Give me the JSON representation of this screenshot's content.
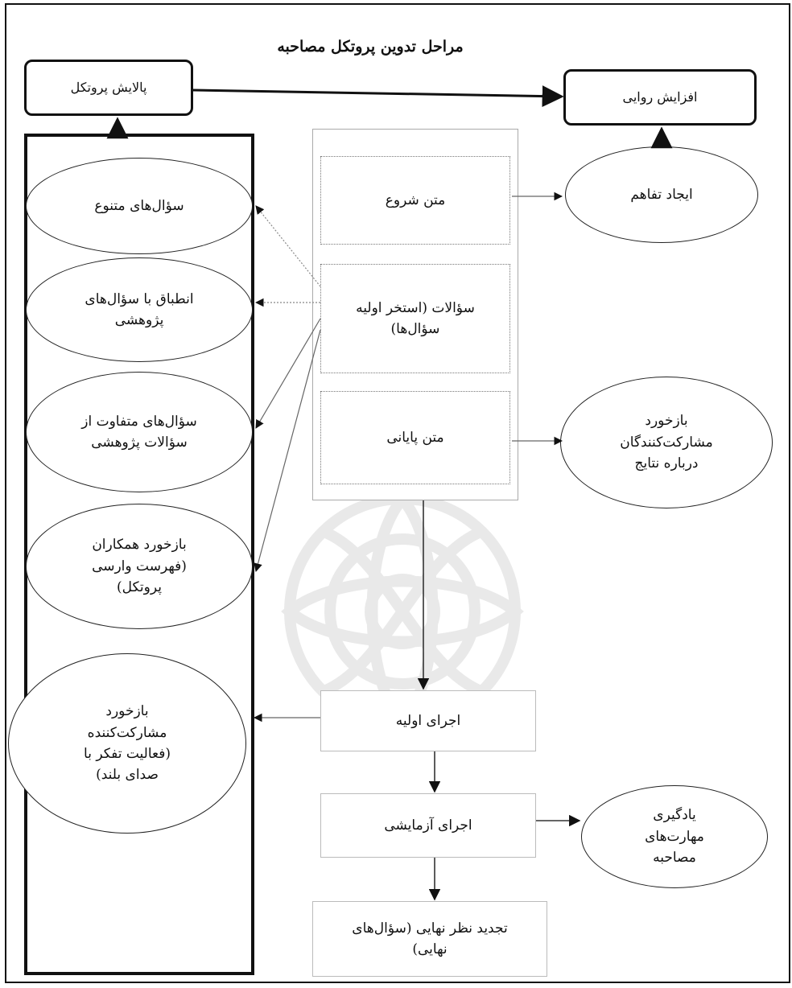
{
  "title": "مراحل تدوین پروتکل مصاحبه",
  "top_boxes": {
    "refine": "پالایش پروتکل",
    "validity": "افزایش روایی"
  },
  "left_column": [
    "سؤال‌های متنوع",
    "انطباق با سؤال‌های پژوهشی",
    "سؤال‌های متفاوت از سؤالات پژوهشی",
    "بازخورد همکاران (فهرست وارسی پروتکل)",
    "بازخورد مشارکت‌کننده (فعالیت تفکر با صدای بلند)"
  ],
  "center_stack": {
    "opening": "متن شروع",
    "questions": "سؤالات (استخر اولیه سؤال‌ها)",
    "closing": "متن پایانی"
  },
  "process": {
    "initial_run": "اجرای اولیه",
    "pilot_run": "اجرای آزمایشی",
    "final_review": "تجدید نظر نهایی (سؤال‌های نهایی)"
  },
  "right_ellipses": {
    "rapport": "ایجاد تفاهم",
    "participant_feedback": "بازخورد مشارکت‌کنندگان درباره نتایج",
    "learning": "یادگیری مهارت‌های مصاحبه"
  }
}
